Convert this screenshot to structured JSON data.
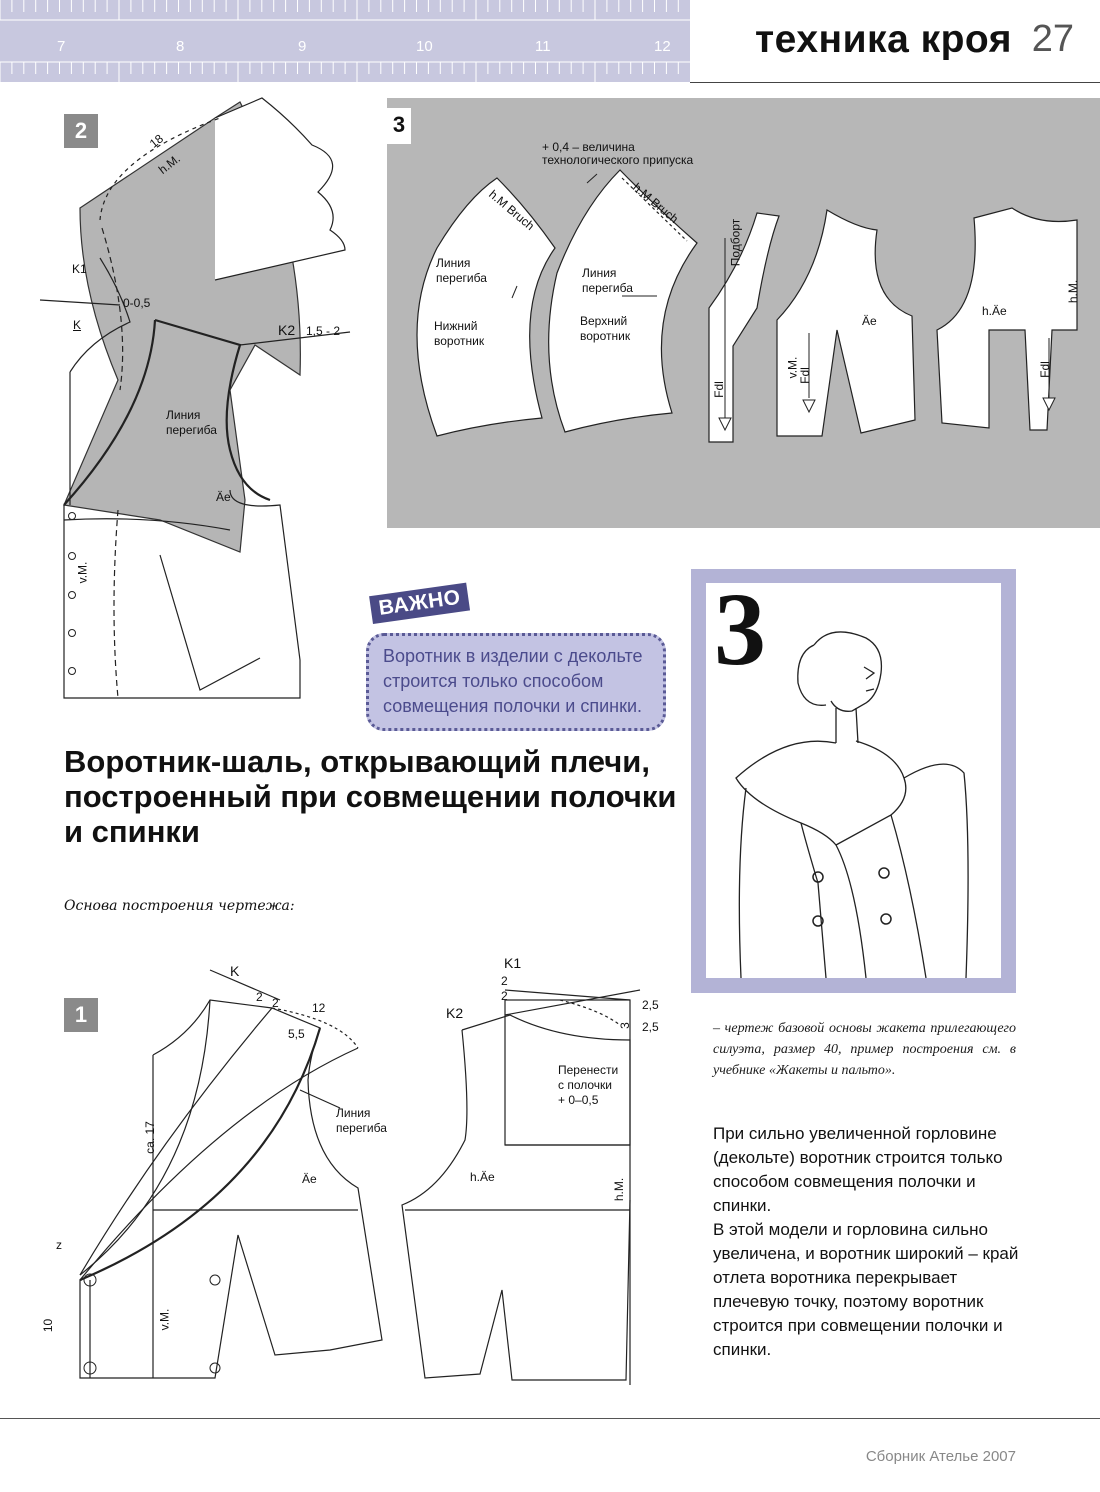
{
  "header": {
    "ruler_numbers": [
      "7",
      "8",
      "9",
      "10",
      "11",
      "12"
    ],
    "title": "техника кроя",
    "page_number": "27"
  },
  "figure2": {
    "badge": "2",
    "labels": {
      "m18": "18",
      "hm": "h.M.",
      "k1": "K1",
      "k": "K",
      "m005": "0-0,5",
      "k2": "K2",
      "m152": "1,5 - 2",
      "fold1": "Линия",
      "fold2": "перегиба",
      "ae": "Äe",
      "vm": "v.M."
    }
  },
  "figure3": {
    "badge": "3",
    "allowance1": "+ 0,4 – величина",
    "allowance2": "технологического припуска",
    "hmbruch": "h.M Bruch",
    "fold1": "Линия",
    "fold2": "перегиба",
    "lower1": "Нижний",
    "lower2": "воротник",
    "upper1": "Верхний",
    "upper2": "воротник",
    "facing": "Подборт",
    "fdl": "Fdl",
    "vm": "v.M.",
    "ae": "Äe",
    "hae": "h.Äe",
    "hm": "h.M."
  },
  "important": {
    "tag": "ВАЖНО",
    "text": "Воротник в изделии с декольте строится только способом совмещения полочки и спинки."
  },
  "main": {
    "title": "Воротник-шаль, открывающий плечи, построенный при совмещении полочки и спинки",
    "subtitle": "Основа построения чертежа:"
  },
  "figure1": {
    "badge": "1",
    "labels": {
      "k": "K",
      "m2a": "2",
      "m2b": "2",
      "m12": "12",
      "m55": "5,5",
      "ca17": "ca. 17",
      "fold1": "Линия",
      "fold2": "перегиба",
      "ae": "Äe",
      "z": "z",
      "m10": "10",
      "vm": "v.M.",
      "k1": "K1",
      "k2": "K2",
      "m2c": "2",
      "m2d": "2",
      "m25a": "2,5",
      "m25b": "2,5",
      "m3": "3",
      "transfer1": "Перенести",
      "transfer2": "с полочки",
      "transfer3": "+ 0–0,5",
      "hae": "h.Äe",
      "hm": "h.M."
    }
  },
  "photo": {
    "number": "3"
  },
  "caption": "– чертеж базовой основы жакета прилегающего силуэта, размер 40, пример построения см. в учебнике «Жакеты и пальто».",
  "body": {
    "p1": "При сильно увеличенной горловине (декольте) воротник строится только способом совмещения полочки и спинки.",
    "p2": "В этой модели и горловина сильно увеличена, и воротник широкий – край отлета воротника перекрывает плечевую точку, поэтому воротник строится при совмещении полочки и спинки."
  },
  "footer": "Сборник Ателье 2007",
  "colors": {
    "ruler": "#c8c8df",
    "panel_gray": "#b7b7b7",
    "important_bg": "#c3c3e3",
    "important_text": "#4b4b8c",
    "photo_frame": "#b3b3d6"
  }
}
